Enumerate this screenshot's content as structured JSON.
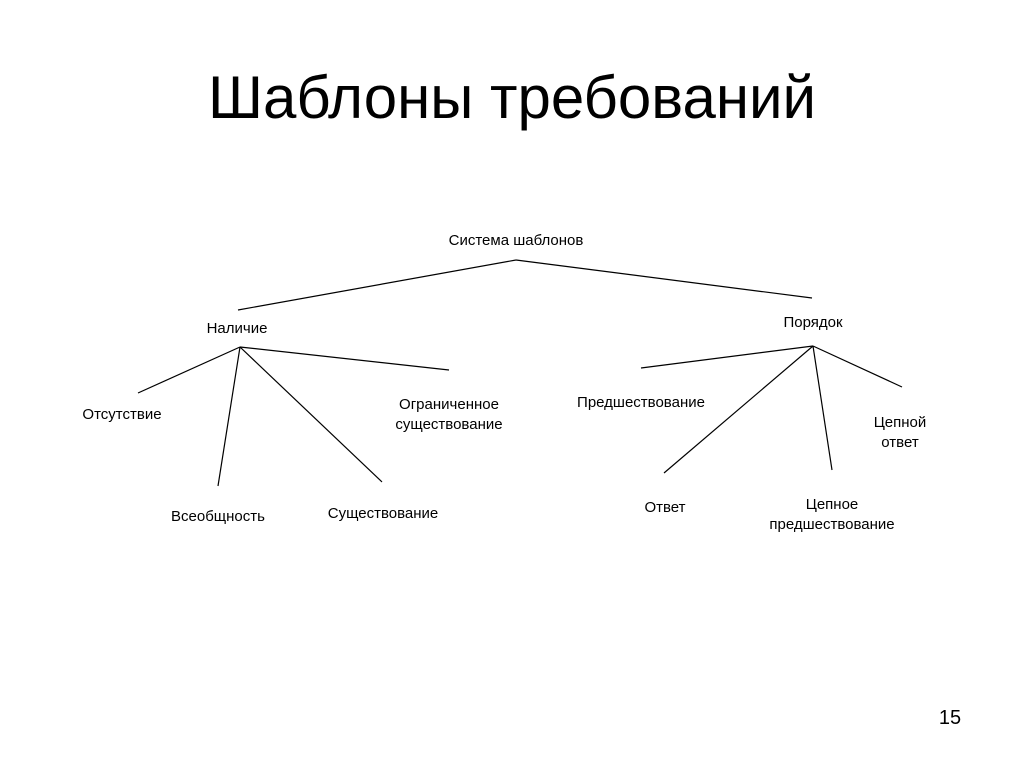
{
  "slide": {
    "title": "Шаблоны требований",
    "page_number": "15"
  },
  "tree": {
    "root": "Система шаблонов",
    "presence": {
      "label": "Наличие",
      "children": {
        "absence": "Отсутствие",
        "universality": "Всеобщность",
        "existence": "Существование",
        "bounded_existence": "Ограниченное\nсуществование"
      }
    },
    "order": {
      "label": "Порядок",
      "children": {
        "precedence": "Предшествование",
        "response": "Ответ",
        "chain_precedence": "Цепное\nпредшествование",
        "chain_response": "Цепной\nответ"
      }
    }
  }
}
